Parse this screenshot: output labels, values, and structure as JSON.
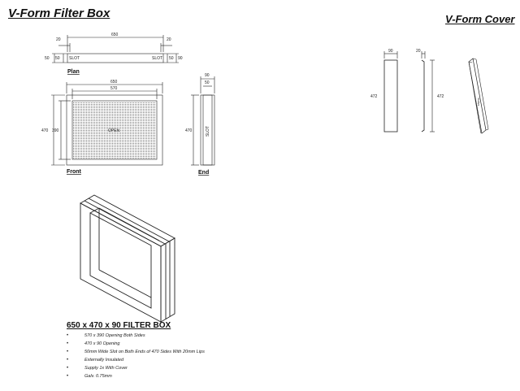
{
  "titles": {
    "filter_box": "V-Form Filter Box",
    "cover": "V-Form Cover"
  },
  "views": {
    "plan": "Plan",
    "front": "Front",
    "end": "End"
  },
  "plan": {
    "overall": "650",
    "left_edge": "20",
    "right_edge": "20",
    "left_outer": "50",
    "left_inner": "50",
    "right_inner": "50",
    "right_outer": "90",
    "slot_left": "SLOT",
    "slot_right": "SLOT"
  },
  "front": {
    "overall_w": "650",
    "open_w": "570",
    "overall_h": "470",
    "open_h": "390",
    "open_label": "OPEN"
  },
  "end": {
    "overall_w": "90",
    "inner_w": "50",
    "height": "470",
    "slot": "SLOT"
  },
  "cover": {
    "width": "90",
    "lip": "20",
    "height_a": "472",
    "height_b": "472",
    "side_text": "ravoc"
  },
  "spec": {
    "title": "650 x 470 x 90 FILTER BOX",
    "bullet": "•",
    "items": [
      "570 x 390 Opening Both Sides",
      "470 x 90 Opening",
      "50mm Wide Slot on Both Ends of 470 Sides With 20mm Lips",
      "Externally Insulated",
      "Supply 1x With Cover",
      "Galv. 0.75mm"
    ]
  }
}
